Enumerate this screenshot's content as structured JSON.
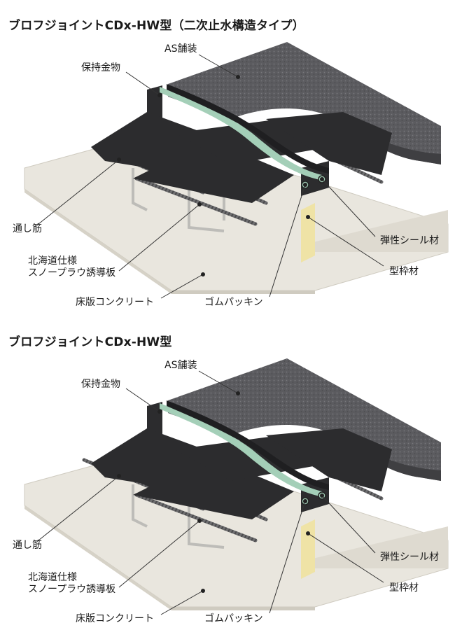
{
  "figure1": {
    "title": "ブロフジョイントCDx-HW型（二次止水構造タイプ）",
    "labels": {
      "as_paving": "AS舗装",
      "holding_metal": "保持金物",
      "through_rebar": "通し筋",
      "hokkaido_spec": "北海道仕様",
      "snowplow_guide": "スノープラウ誘導板",
      "slab_concrete": "床版コンクリート",
      "rubber_packing": "ゴムパッキン",
      "elastic_seal": "弾性シール材",
      "formwork": "型枠材"
    }
  },
  "figure2": {
    "title": "ブロフジョイントCDx-HW型",
    "labels": {
      "as_paving": "AS舗装",
      "holding_metal": "保持金物",
      "through_rebar": "通し筋",
      "hokkaido_spec": "北海道仕様",
      "snowplow_guide": "スノープラウ誘導板",
      "slab_concrete": "床版コンクリート",
      "rubber_packing": "ゴムパッキン",
      "elastic_seal": "弾性シール材",
      "formwork": "型枠材"
    }
  },
  "colors": {
    "concrete": "#e6e3da",
    "asphalt": "#5a5a5e",
    "steel": "#2b2b2d",
    "rubber_green": "#9fc9b3",
    "formwork_yellow": "#efe3a6"
  }
}
